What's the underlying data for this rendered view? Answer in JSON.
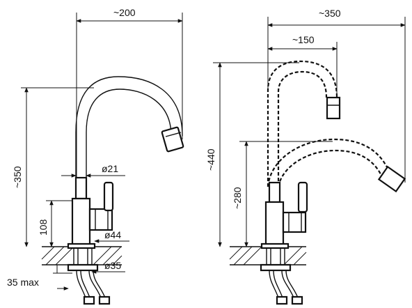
{
  "left_view": {
    "dim_width": "~200",
    "dim_height": "~350",
    "dim_pipe_diameter": "ø21",
    "dim_base_height": "108",
    "dim_base_diameter": "ø44",
    "dim_shank_diameter": "ø35",
    "dim_counter_thickness": "35 max"
  },
  "right_view": {
    "dim_width": "~350",
    "dim_reach": "~150",
    "dim_height_max": "~440",
    "dim_height_low": "~280"
  }
}
